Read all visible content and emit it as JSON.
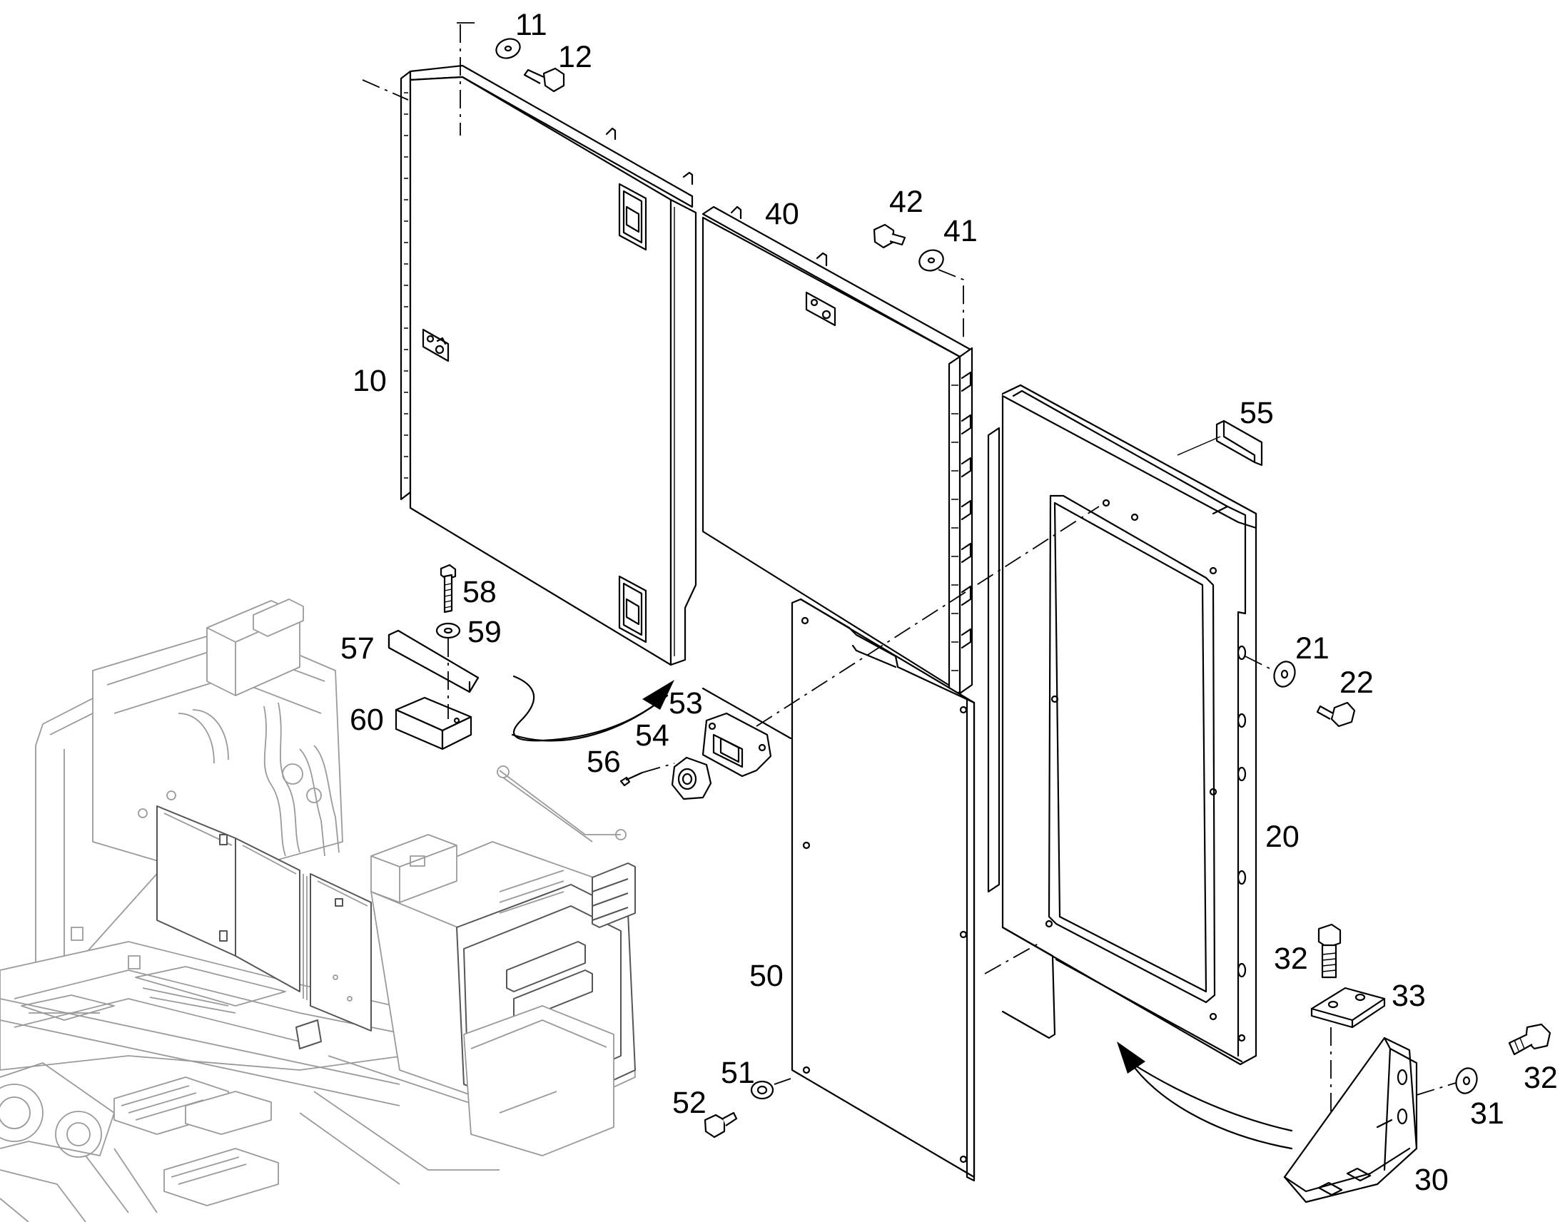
{
  "callouts": {
    "c10": "10",
    "c11": "11",
    "c12": "12",
    "c20": "20",
    "c21": "21",
    "c22": "22",
    "c30": "30",
    "c31": "31",
    "c32a": "32",
    "c32b": "32",
    "c33": "33",
    "c40": "40",
    "c41": "41",
    "c42": "42",
    "c50": "50",
    "c51": "51",
    "c52": "52",
    "c53": "53",
    "c54": "54",
    "c55": "55",
    "c56": "56",
    "c57": "57",
    "c58": "58",
    "c59": "59",
    "c60": "60"
  }
}
